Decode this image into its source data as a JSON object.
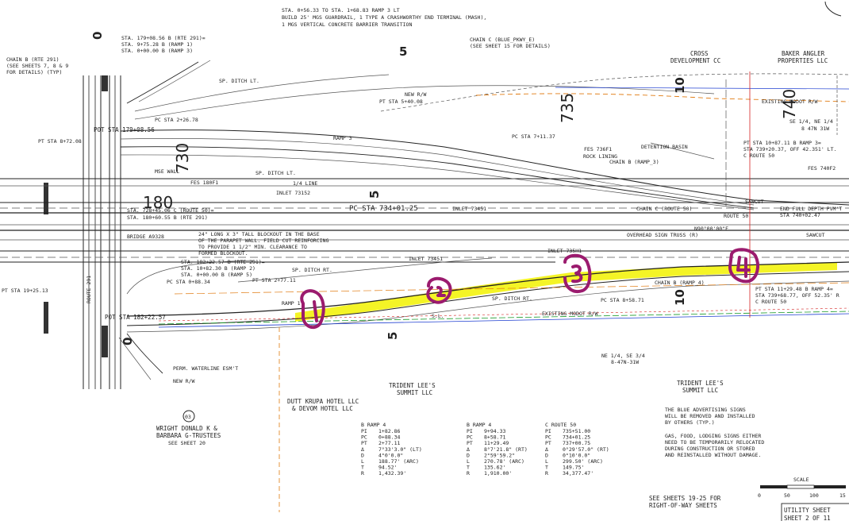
{
  "header": {
    "line1": "STA. 0+56.33 TO STA. 1+68.83 RAMP 3 LT",
    "line2": "BUILD 25' MGS GUARDRAIL, 1 TYPE A CRASHWORTHY END TERMINAL (MASH),",
    "line3": "1 MGS VERTICAL CONCRETE BARRIER TRANSITION"
  },
  "callouts": {
    "rte291_1": "STA. 179+08.56 B (RTE 291)=",
    "rte291_2": "STA. 9+75.28 B (RAMP 1)",
    "rte291_3": "STA. 0+00.00 B (RAMP 3)",
    "chain_rte291_1": "CHAIN B (RTE 291)",
    "chain_rte291_2": "(SEE SHEETS 7, 8 & 9",
    "chain_rte291_3": "FOR DETAILS) (TYP)",
    "chain_pkwy_1": "CHAIN C (BLUE_PKWY_E)",
    "chain_pkwy_2": "(SEE SHEET 15 FOR DETAILS)",
    "cross_dev_1": "CROSS",
    "cross_dev_2": "DEVELOPMENT CC",
    "baker_1": "BAKER ANGLER",
    "baker_2": "PROPERTIES LLC",
    "se_quarter_1": "SE 1/4, NE 1/4",
    "se_quarter_2": "8 47N 31W",
    "pt_ramp3_1": "PT STA 10+87.11 B RAMP 3=",
    "pt_ramp3_2": "STA 739+20.37, OFF 42.351' LT.",
    "pt_ramp3_3": "C ROUTE 50",
    "end_pvmt_1": "END FULL DEPTH PVM'T",
    "end_pvmt_2": "STA 740+02.47",
    "pt_ramp4_1": "PT STA 11+29.48 B RAMP 4=",
    "pt_ramp4_2": "STA 739+68.77, OFF 52.35' R",
    "pt_ramp4_3": "C ROUTE 50",
    "parapet_1": "24\" LONG X 3\" TALL BLOCKOUT IN THE BASE",
    "parapet_2": "OF THE PARAPET WALL. FIELD CUT REINFORCING",
    "parapet_3": "TO PROVIDE 1 1/2\" MIN. CLEARANCE TO",
    "parapet_4": "FORMED BLOCKOUT.",
    "sta_rte291_b_1": "STA. 182+22.57 B (RTE 291)=",
    "sta_rte291_b_2": "STA. 10+82.30 B (RAMP 2)",
    "sta_rte291_b_3": "STA. 0+00.00 B (RAMP 5)",
    "ne_quarter_1": "NE 1/4, SE 3/4",
    "ne_quarter_2": "8-47N-31W"
  },
  "labels": {
    "pt_5_40": "PT STA 5+40.08",
    "pc_2_26": "PC STA 2+26.78",
    "pot_179": "POT STA 179+08.56",
    "pt_8_72": "PT STA 8+72.08",
    "pc_7_11": "PC STA 7+11.37",
    "pc_734": "PC STA 734+01.25",
    "sta_728": "STA. 728+45.06 C (ROUTE 50)=",
    "sta_180": "STA. 180+60.55 B (RTE 291)",
    "pt_19_25": "PT STA 19+25.13",
    "pc_0_88": "PC STA 0+88.34",
    "pt_2_77": "PT STA 2+77.11",
    "pc_8_58": "PC STA 8+58.71",
    "pot_182": "POT STA 182+22.57",
    "bridge": "BRIDGE A9328",
    "fes_180": "FES 180F1",
    "fes_736": "FES 736F1",
    "fes_740": "FES 740F2",
    "mse_wall": "MSE WALL",
    "sp_ditch_lt": "SP. DITCH LT.",
    "sp_ditch_lt2": "SP. DITCH LT.",
    "sp_ditch_rt": "SP. DITCH RT.",
    "sp_ditch_rt2": "SP. DITCH RT.",
    "rock_lining": "ROCK LINING",
    "detention": "DETENTION BASIN",
    "chain_ramp3": "CHAIN B (RAMP_3)",
    "chain_route50": "CHAIN C (ROUTE 50)",
    "chain_ramp4": "CHAIN B (RAMP_4)",
    "route50": "ROUTE 50",
    "sawcut1": "SAWCUT",
    "sawcut2": "SAWCUT",
    "n90": "N90°00'00\"E",
    "quarter_line": "1/4 LINE",
    "ramp3": "RAMP 3",
    "ramp1": "RAMP 1",
    "route291": "ROUTE 291",
    "sl": "S.L.",
    "existing_modot": "EXISTING MODOT R/W",
    "perm_waterline": "PERM. WATERLINE ESM'T",
    "new_rw": "NEW R/W",
    "new_rw2": "NEW R/W",
    "inlet_73152": "INLET 73152",
    "inlet_73451": "INLET 73451",
    "inlet_73451b": "INLET 73451",
    "inlet_73501": "INLET 735H1",
    "overhead_truss": "OVERHEAD SIGN TRUSS (R)",
    "modot_rw_top": "EXISTING MODOT R/W",
    "sta_num_180": "180",
    "sta_num_730": "730",
    "sta_num_735": "735",
    "sta_num_740": "740",
    "sta_num_10a": "10",
    "sta_num_10b": "10",
    "sta_num_5a": "5",
    "sta_num_5b": "5",
    "sta_num_5c": "5",
    "sta_num_0": "0",
    "sta_num_0b": "0",
    "pavement_c": "C"
  },
  "owners": {
    "trident1_1": "TRIDENT LEE'S",
    "trident1_2": "SUMMIT LLC",
    "trident2_1": "TRIDENT LEE'S",
    "trident2_2": "SUMMIT LLC",
    "dutt_1": "DUTT KRUPA HOTEL LLC",
    "dutt_2": "& DEVOM HOTEL LLC",
    "wright_num": "03",
    "wright_1": "WRIGHT DONALD K &",
    "wright_2": "BARBARA G-TRUSTEES",
    "wright_3": "SEE SHEET 20"
  },
  "notes": {
    "blue_1": "THE BLUE ADVERTISING SIGNS",
    "blue_2": "WILL BE REMOVED AND INSTALLED",
    "blue_3": "BY OTHERS (TYP.)",
    "gas_1": "GAS, FOOD, LODGING SIGNS EITHER",
    "gas_2": "NEED TO BE TEMPORARILY RELOCATED",
    "gas_3": "DURING CONSTRUCTION OR STORED",
    "gas_4": "AND REINSTALLED WITHOUT DAMAGE.",
    "see_sheets_1": "SEE SHEETS 19-25 FOR",
    "see_sheets_2": "RIGHT-OF-WAY SHEETS"
  },
  "curve_tables": [
    {
      "title": "B RAMP 4",
      "rows": [
        [
          "PI",
          "1+82.86"
        ],
        [
          "PC",
          "0+88.34"
        ],
        [
          "PT",
          "2+77.11"
        ],
        [
          "Δ",
          "7°33'3.0\" (LT)"
        ],
        [
          "D",
          "4°0'0.0\""
        ],
        [
          "L",
          "188.77' (ARC)"
        ],
        [
          "T",
          "94.52'"
        ],
        [
          "R",
          "1,432.39'"
        ]
      ]
    },
    {
      "title": "B RAMP 4",
      "rows": [
        [
          "PI",
          "9+94.33"
        ],
        [
          "PC",
          "8+58.71"
        ],
        [
          "PT",
          "11+29.49"
        ],
        [
          "Δ",
          "8°7'21.8\" (RT)"
        ],
        [
          "D",
          "2°59'59.2\""
        ],
        [
          "L",
          "270.78' (ARC)"
        ],
        [
          "T",
          "135.62'"
        ],
        [
          "R",
          "1,910.00'"
        ]
      ]
    },
    {
      "title": "C ROUTE 50",
      "rows": [
        [
          "PI",
          "735+51.00"
        ],
        [
          "PC",
          "734+01.25"
        ],
        [
          "PT",
          "737+00.75"
        ],
        [
          "Δ",
          "0°29'57.0\" (RT)"
        ],
        [
          "D",
          "0°10'0.0\""
        ],
        [
          "L",
          "299.50' (ARC)"
        ],
        [
          "T",
          "149.75'"
        ],
        [
          "R",
          "34,377.47'"
        ]
      ]
    }
  ],
  "scale": {
    "title": "SCALE",
    "ticks": [
      "0",
      "50",
      "100",
      "15"
    ]
  },
  "title_block": {
    "line1": "UTILITY SHEET",
    "line2": "SHEET 2 OF 11"
  },
  "handwritten_marks": [
    "1",
    "2",
    "3",
    "4"
  ],
  "colors": {
    "highlight": "#f2f200",
    "marker": "#9b1b6e",
    "rw_orange": "#e07a10",
    "waterline_blue": "#1f3fd1",
    "sewer_green": "#1a9a2a",
    "existing_red": "#d42020"
  }
}
